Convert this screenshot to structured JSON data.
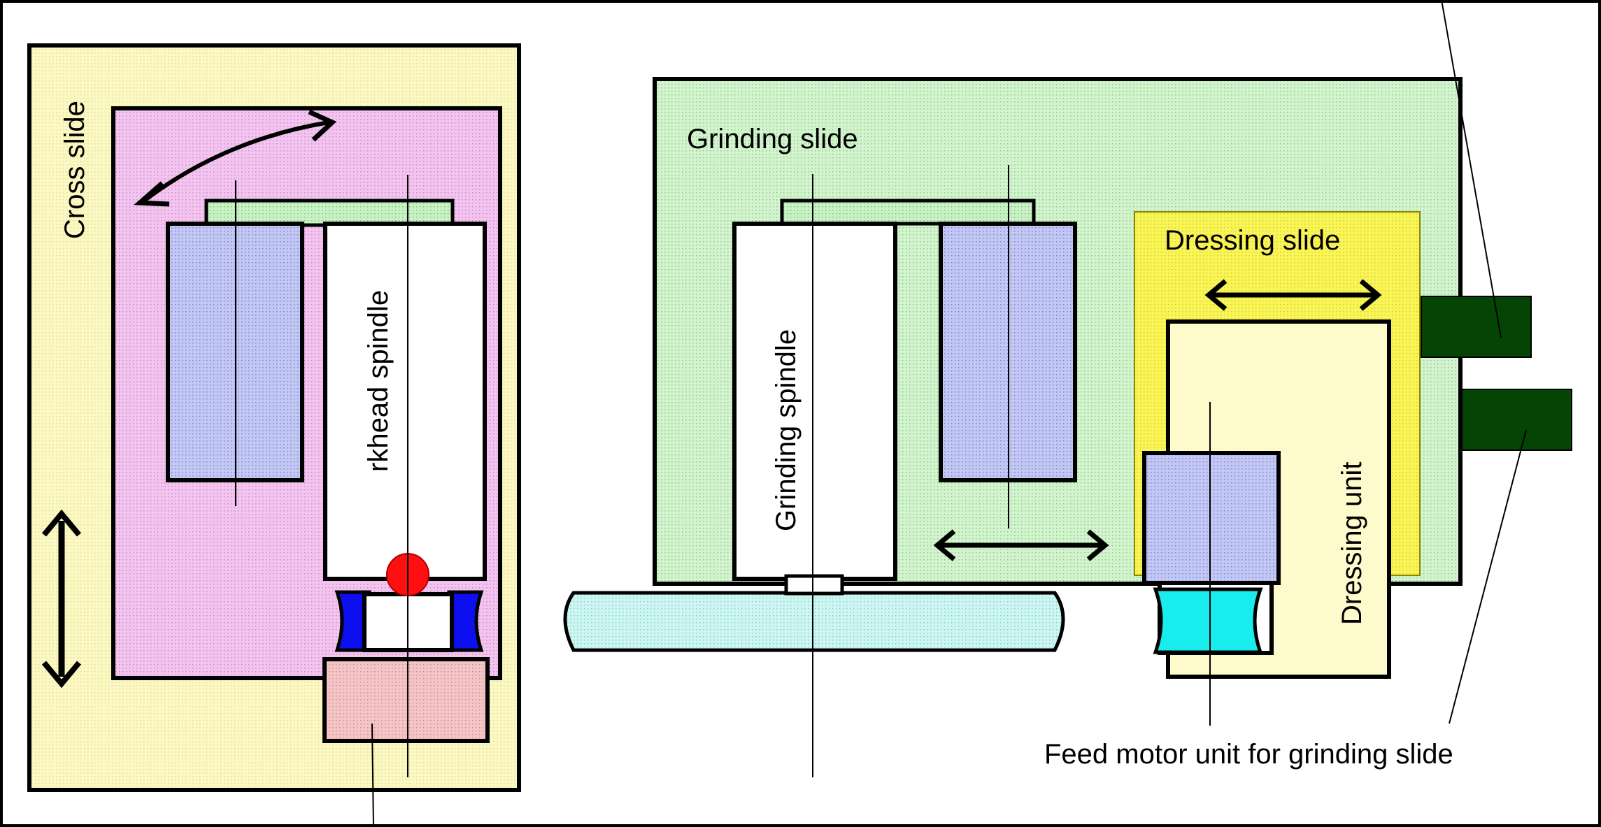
{
  "labels": {
    "cross_slide": "Cross slide",
    "workhead_spindle": "rkhead spindle",
    "grinding_slide": "Grinding slide",
    "grinding_spindle": "Grinding spindle",
    "dressing_slide": "Dressing slide",
    "dressing_unit": "Dressing unit",
    "feed_motor_unit": "Feed motor unit for grinding slide"
  },
  "colors": {
    "cross_slide_fill": "#fbf8c4",
    "workhead_base_fill": "#f2c4ef",
    "bearing_fill": "#c3c7f3",
    "cap_fill": "#c8f1c6",
    "grinding_slide_fill": "#d3f3cf",
    "dressing_slide_fill": "#f9f458",
    "dressing_unit_fill": "#fdfbcc",
    "table_fill": "#cdf6f3",
    "chuck_fill": "#0d0ff0",
    "center_fill": "#ff1010",
    "motor_base_fill": "#f4c5c7",
    "feed_motor_fill": "#044506",
    "dresser_wheel_fill": "#19ecec"
  }
}
